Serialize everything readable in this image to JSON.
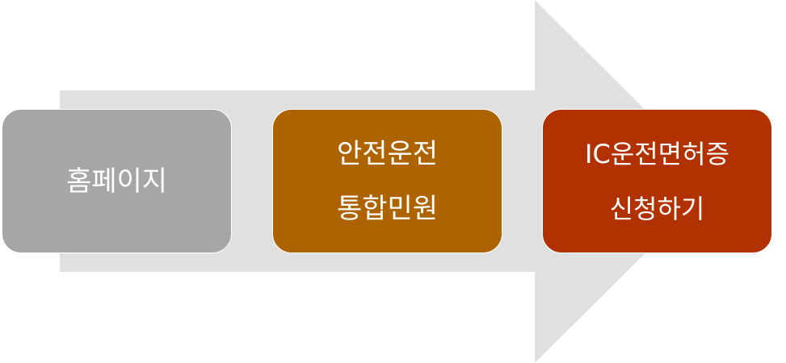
{
  "colors": {
    "arrow": "#e0e0e0",
    "step_1": "#a6a6a6",
    "step_2": "#ad6400",
    "step_3": "#b23100",
    "text": "#ffffff"
  },
  "steps": [
    {
      "lines": [
        "홈페이지"
      ]
    },
    {
      "lines": [
        "안전운전",
        "통합민원"
      ]
    },
    {
      "lines": [
        "IC운전면허증",
        "신청하기"
      ]
    }
  ]
}
